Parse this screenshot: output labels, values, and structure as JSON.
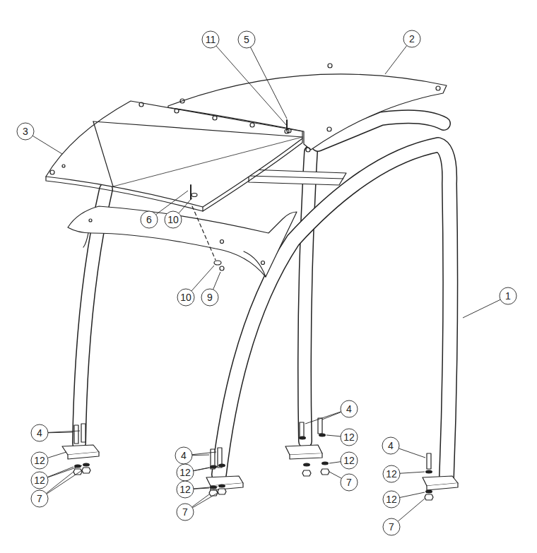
{
  "diagram": {
    "labels": [
      "11",
      "5",
      "2",
      "3",
      "6",
      "10",
      "1",
      "10",
      "9",
      "4",
      "4",
      "12",
      "4",
      "4",
      "12",
      "12",
      "12",
      "12",
      "12",
      "7",
      "12",
      "7",
      "12",
      "7",
      "7"
    ]
  }
}
